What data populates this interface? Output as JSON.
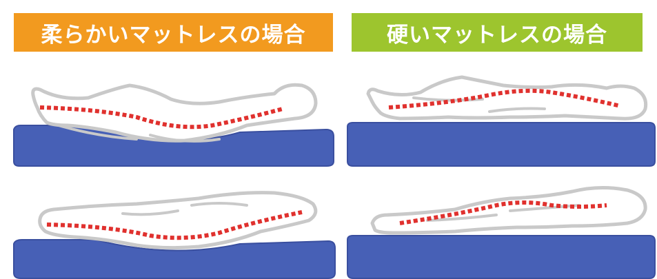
{
  "headers": {
    "soft": {
      "label": "柔らかいマットレスの場合",
      "color": "#f29a1f"
    },
    "hard": {
      "label": "硬いマットレスの場合",
      "color": "#9dc52e"
    }
  },
  "colors": {
    "mattress": "#4760b6",
    "mattress_edge": "#3a4f9f",
    "body_fill": "#ffffff",
    "body_outline": "#c9c9c9",
    "spine_line": "#e0312e"
  },
  "panels": [
    {
      "id": "soft-back",
      "mattress": "soft",
      "posture": "supine",
      "spine": "curved-sagging"
    },
    {
      "id": "hard-back",
      "mattress": "hard",
      "posture": "supine",
      "spine": "curved-raised"
    },
    {
      "id": "soft-side",
      "mattress": "soft",
      "posture": "side-lying",
      "spine": "curved-sagging"
    },
    {
      "id": "hard-side",
      "mattress": "hard",
      "posture": "side-lying",
      "spine": "curved-arched"
    }
  ]
}
